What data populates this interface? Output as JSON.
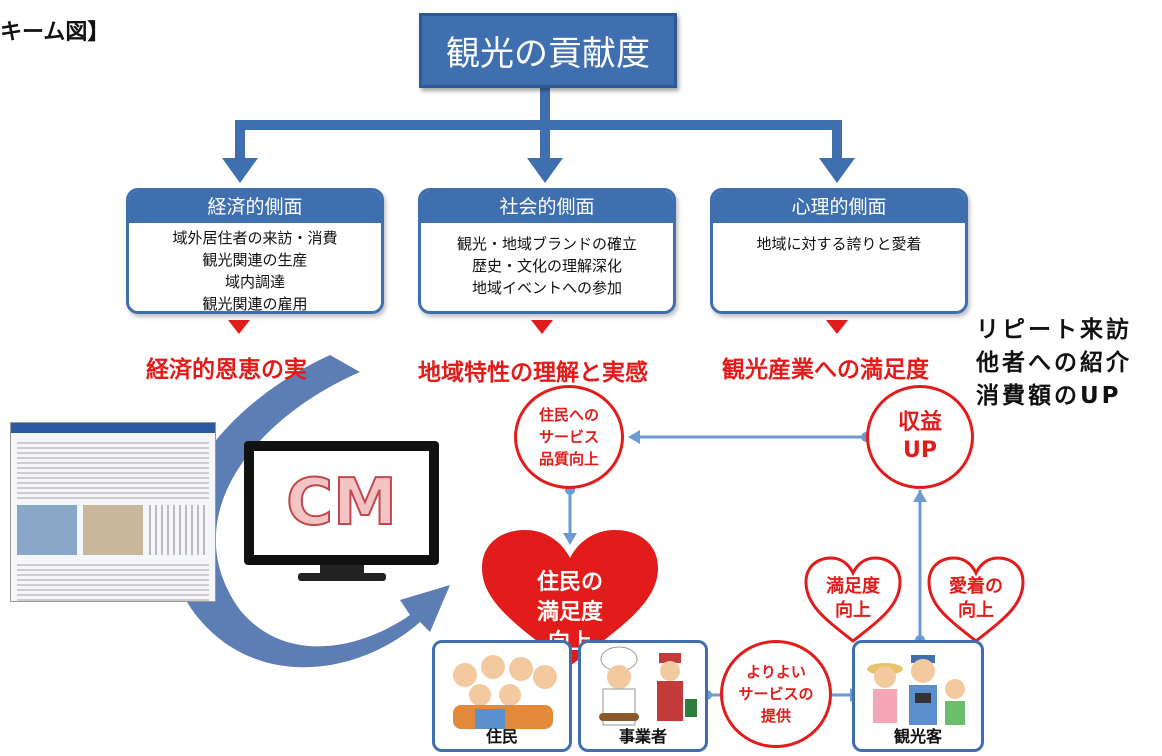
{
  "corner_title": "キーム図】",
  "top_box": "観光の貢献度",
  "aspects": [
    {
      "title": "経済的側面",
      "lines": [
        "域外居住者の来訪・消費",
        "観光関連の生産",
        "域内調達",
        "観光関連の雇用"
      ]
    },
    {
      "title": "社会的側面",
      "lines": [
        "観光・地域ブランドの確立",
        "歴史・文化の理解深化",
        "地域イベントへの参加"
      ]
    },
    {
      "title": "心理的側面",
      "lines": [
        "地域に対する誇りと愛着"
      ]
    }
  ],
  "outcomes": [
    "経済的恩恵の実",
    "地域特性の理解と実感",
    "観光産業への満足度"
  ],
  "right_note": [
    "リピート来訪",
    "他者への紹介",
    "消費額のUP"
  ],
  "cm_text": "CM",
  "circles": {
    "service_quality": "住民への\nサービス\n品質向上",
    "revenue": "収益\nUP",
    "better_service": "よりよい\nサービスの\n提供"
  },
  "big_heart": "住民の\n満足度\n向上",
  "small_hearts": [
    "満足度\n向上",
    "愛着の\n向上"
  ],
  "people": [
    "住民",
    "事業者",
    "観光客"
  ],
  "colors": {
    "blue": "#3f6fae",
    "red": "#e21b1b"
  }
}
